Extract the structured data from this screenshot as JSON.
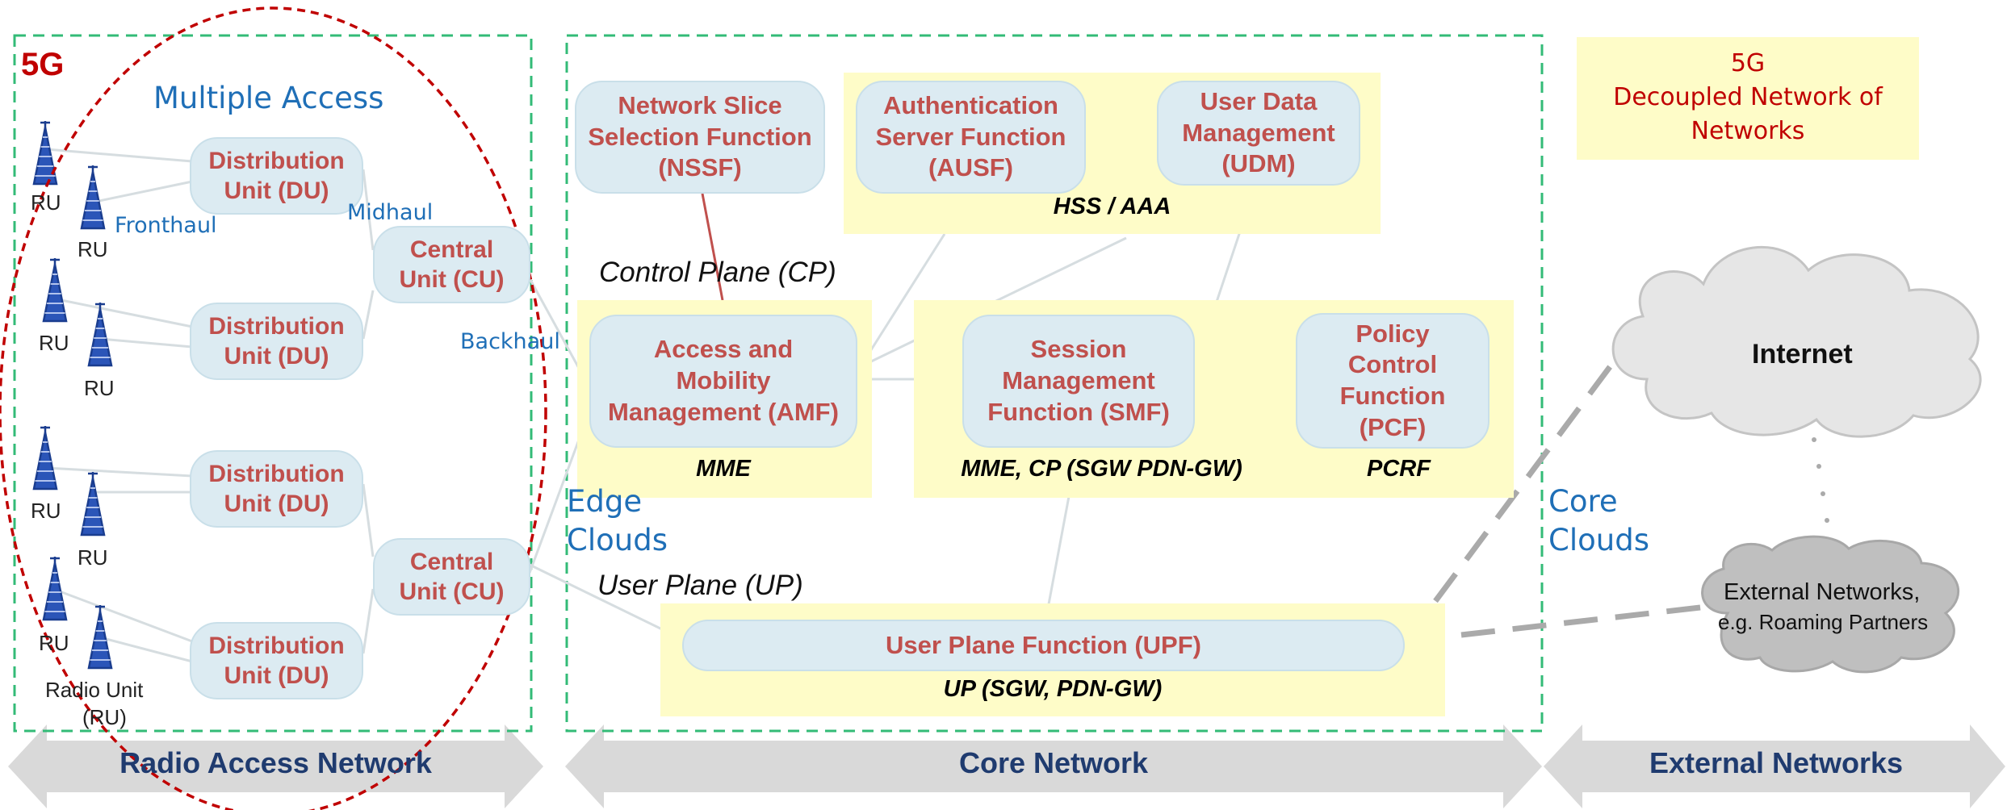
{
  "brand": {
    "label": "5G"
  },
  "ran": {
    "title": "Multiple Access",
    "du_label": "Distribution\nUnit (DU)",
    "cu_label": "Central\nUnit (CU)",
    "ru_label": "RU",
    "radio_unit_label": "Radio Unit",
    "radio_unit_sub": "(RU)",
    "fronthaul": "Fronthaul",
    "midhaul": "Midhaul",
    "backhaul": "Backhaul"
  },
  "core": {
    "nssf": "Network Slice\nSelection Function\n(NSSF)",
    "ausf": "Authentication\nServer Function\n(AUSF)",
    "udm": "User Data\nManagement\n(UDM)",
    "hss": "HSS / AAA",
    "control_plane": "Control Plane (CP)",
    "amf": "Access and\nMobility\nManagement (AMF)",
    "mme": "MME",
    "smf": "Session\nManagement\nFunction (SMF)",
    "smf_legacy": "MME, CP (SGW PDN-GW)",
    "pcf": "Policy\nControl\nFunction\n(PCF)",
    "pcrf": "PCRF",
    "user_plane": "User Plane (UP)",
    "upf": "User Plane Function (UPF)",
    "upf_legacy": "UP (SGW, PDN-GW)",
    "edge_clouds": "Edge\nClouds",
    "core_clouds": "Core\nClouds"
  },
  "external": {
    "note": "5G\nDecoupled Network of\nNetworks",
    "internet": "Internet",
    "ext_networks": "External Networks,",
    "ext_networks_sub": "e.g. Roaming Partners"
  },
  "bars": {
    "ran": "Radio Access Network",
    "core": "Core Network",
    "external": "External Networks"
  },
  "colors": {
    "function_text": "#c0504d",
    "function_fill": "#dcebf2",
    "group_fill": "#fefcc8",
    "dashed_border": "#33bb77",
    "ellipse": "#c00000",
    "annotation_blue": "#1f6fb7",
    "arrow_bar": "#d9d9d9",
    "bar_text": "#1f3b6f"
  }
}
